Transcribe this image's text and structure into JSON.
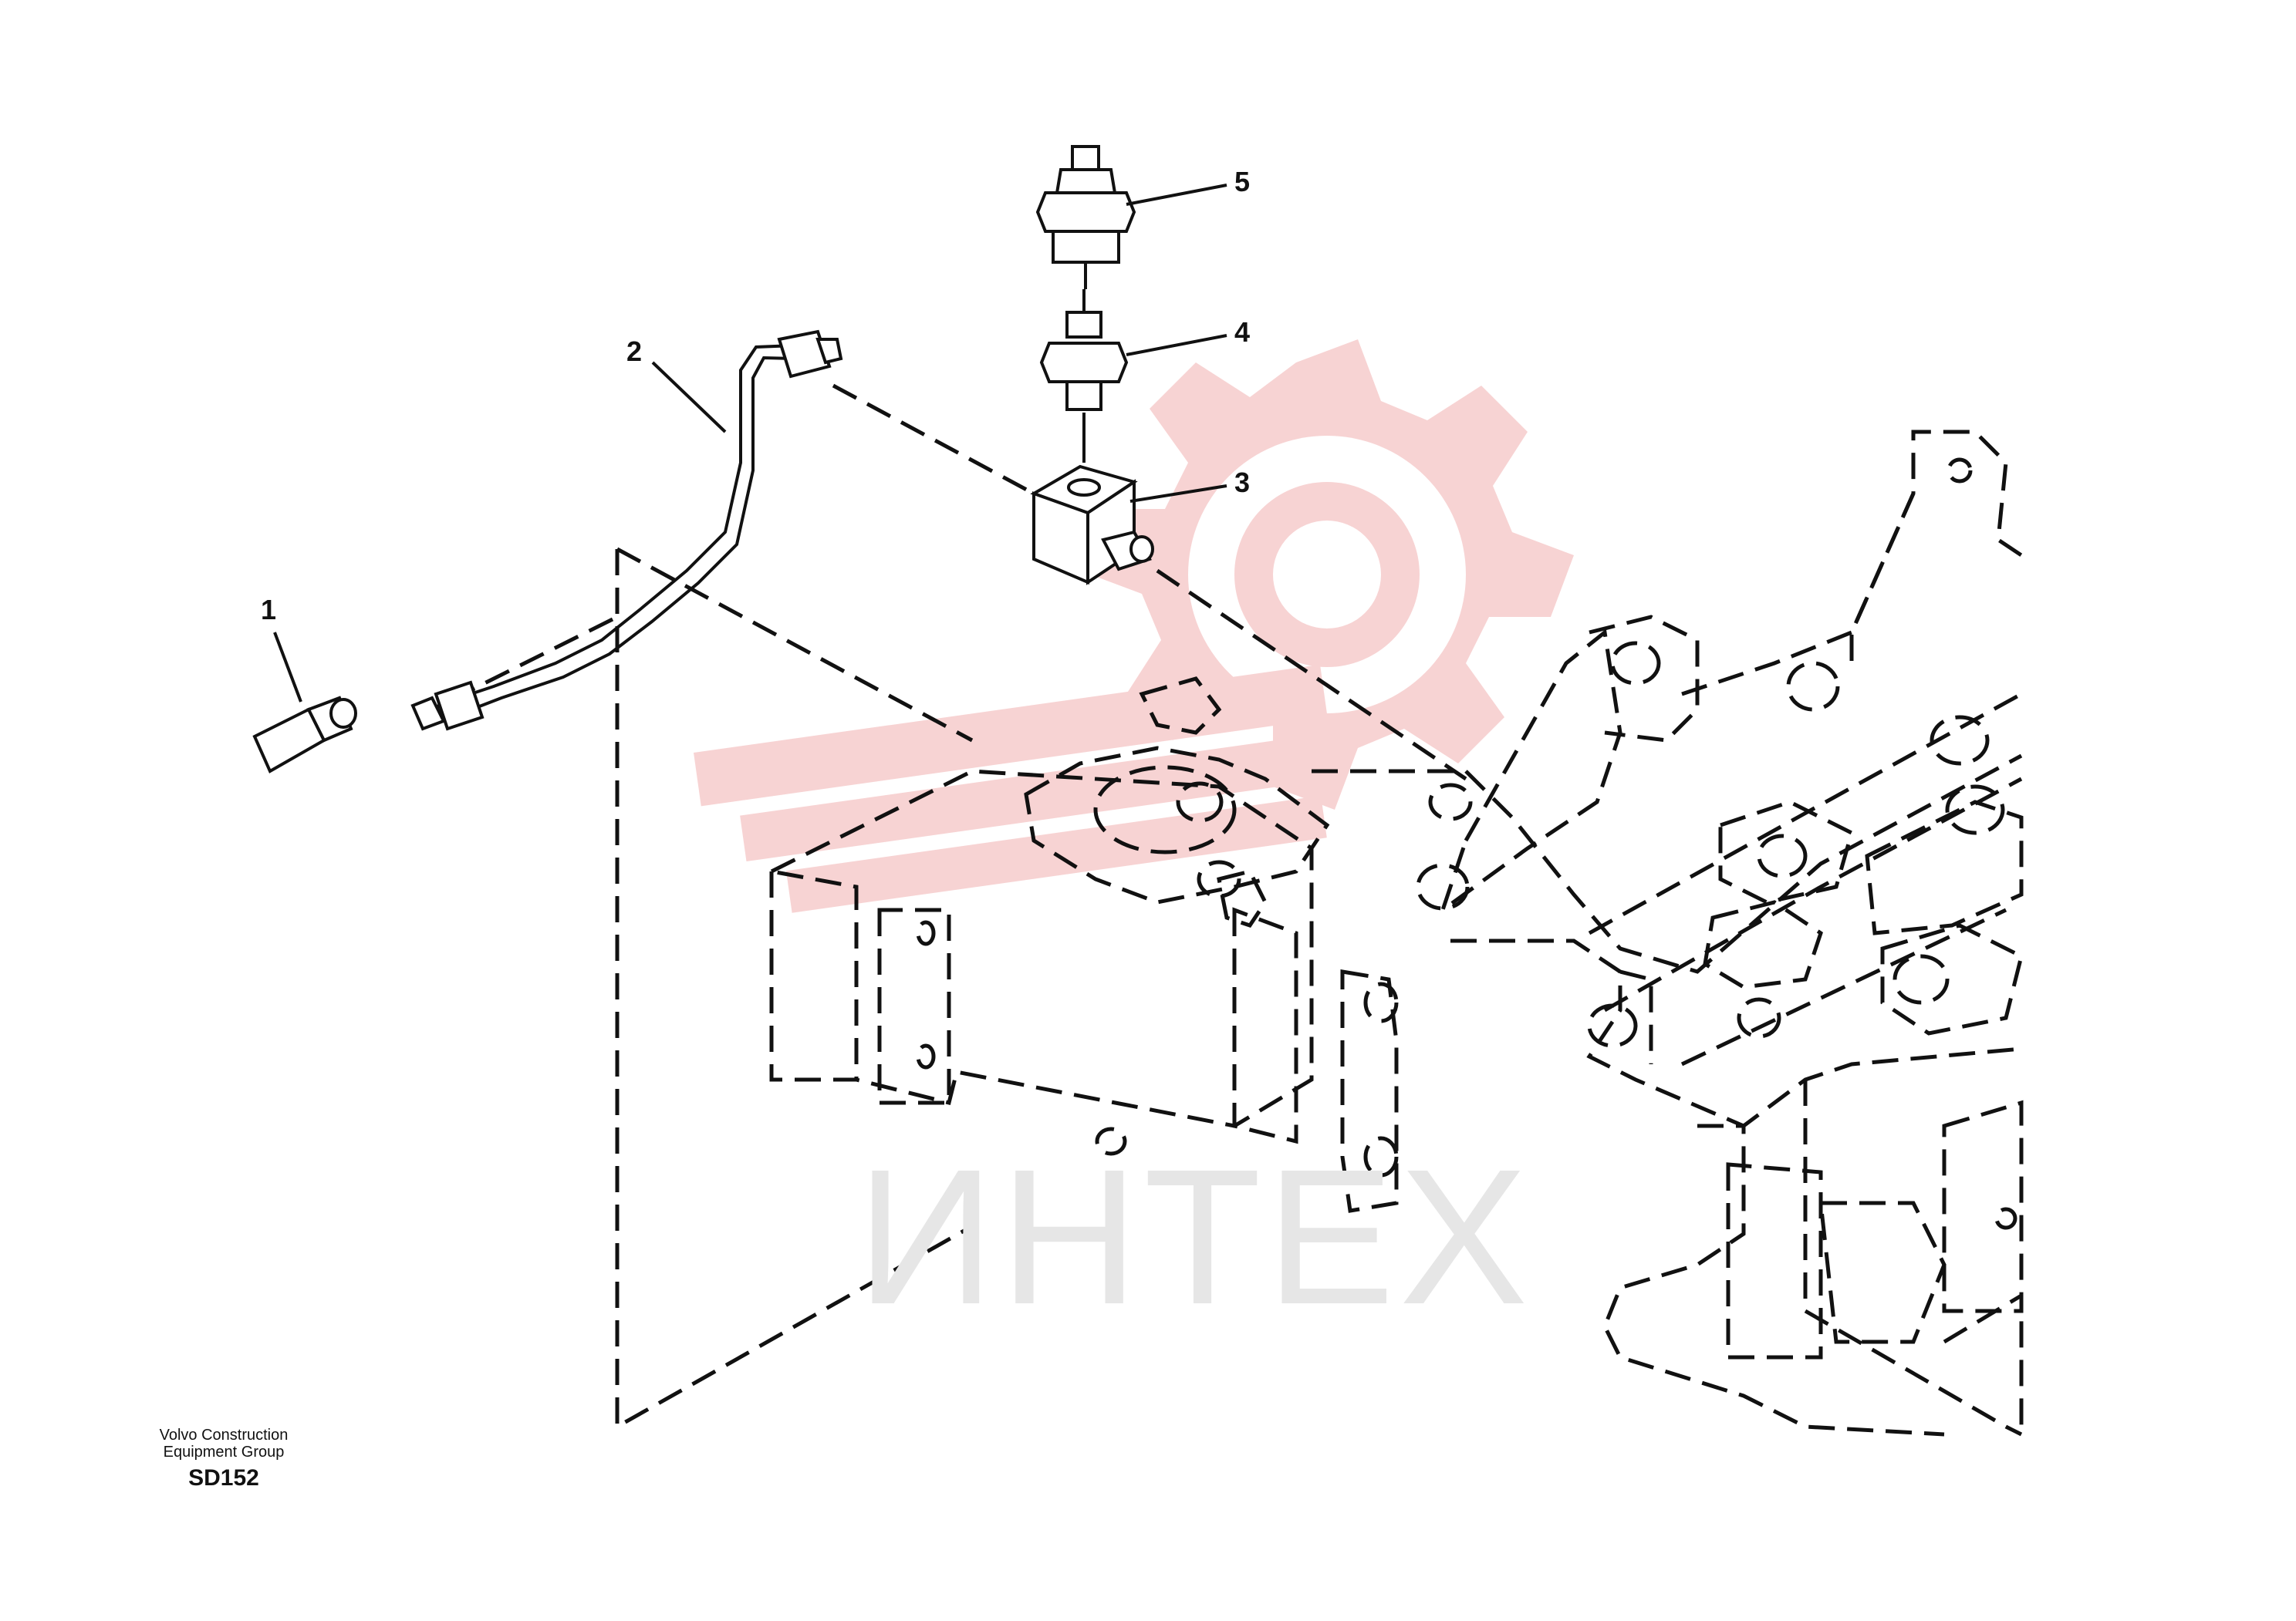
{
  "callouts": [
    "1",
    "2",
    "3",
    "4",
    "5"
  ],
  "footer": {
    "line1": "Volvo Construction",
    "line2": "Equipment Group",
    "code": "SD152"
  },
  "watermark": {
    "text": "ИНТЕХ",
    "logo_color": "#f5c8c8",
    "text_color": "#e6e6e6"
  }
}
